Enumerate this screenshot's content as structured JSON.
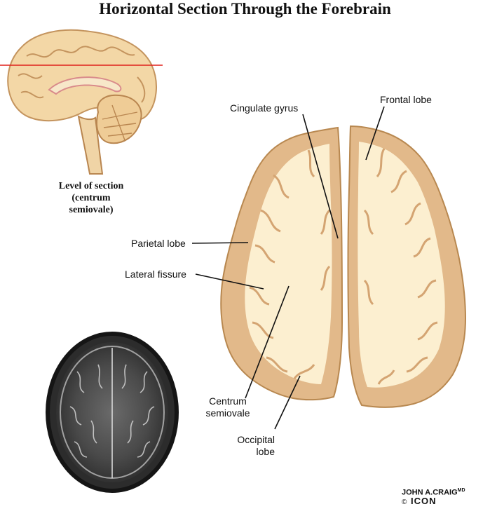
{
  "title": "Horizontal Section Through the Forebrain",
  "caption": {
    "line1": "Level of section",
    "line2": "(centrum",
    "line3": "semiovale)"
  },
  "labels": {
    "cingulate_gyrus": "Cingulate gyrus",
    "frontal_lobe": "Frontal lobe",
    "parietal_lobe": "Parietal lobe",
    "lateral_fissure": "Lateral fissure",
    "centrum_semiovale_1": "Centrum",
    "centrum_semiovale_2": "semiovale",
    "occipital_lobe_1": "Occipital",
    "occipital_lobe_2": "lobe"
  },
  "signature": {
    "artist": "JOHN A.CRAIG",
    "degree": "MD",
    "copyright": "©",
    "publisher": "ICON"
  },
  "colors": {
    "cortex": "#e2b98a",
    "white_matter": "#fcefd0",
    "section_line": "#e0201c",
    "mri_bg": "#2c2c2c"
  }
}
